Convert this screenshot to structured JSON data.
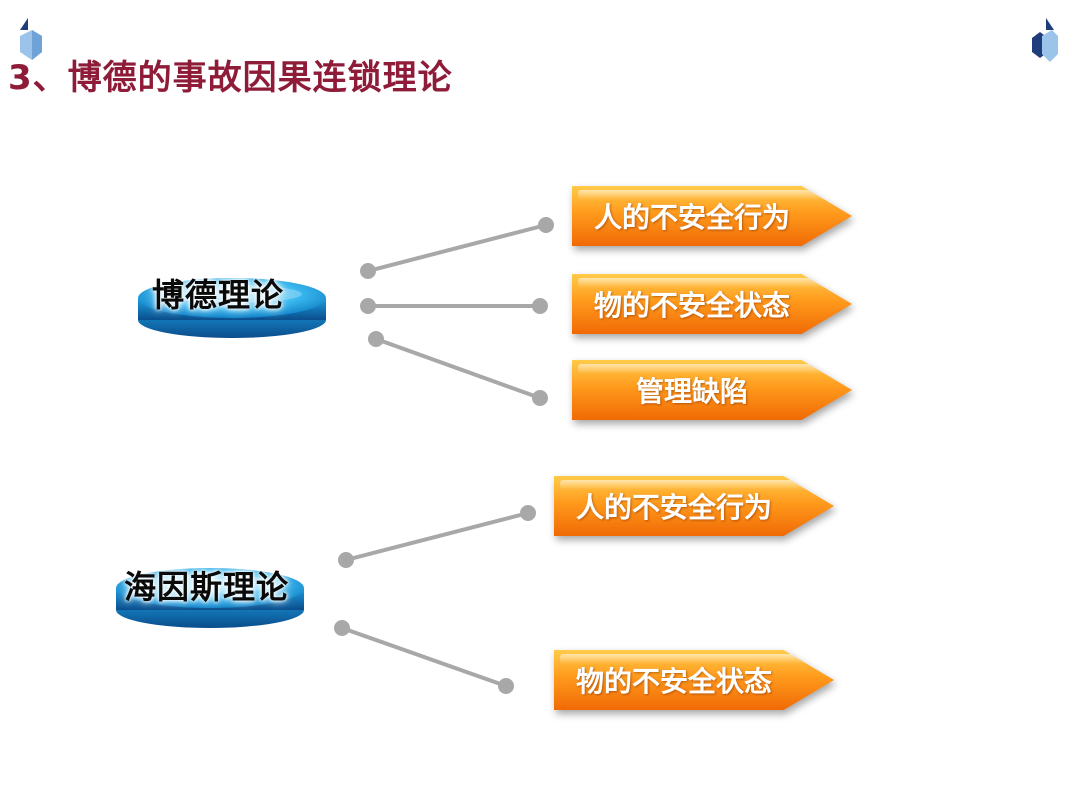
{
  "title": "3、博德的事故因果连锁理论",
  "bird": {
    "label": "博德理论",
    "items": [
      "人的不安全行为",
      "物的不安全状态",
      "管理缺陷"
    ]
  },
  "heinrich": {
    "label": "海因斯理论",
    "items": [
      "人的不安全行为",
      "物的不安全状态"
    ]
  },
  "colors": {
    "title": "#8e1b38",
    "arrow_top": "#ffcb4a",
    "arrow_bottom": "#f06a05",
    "disc": "#1aa3e0",
    "connector": "#a8a8a8"
  }
}
